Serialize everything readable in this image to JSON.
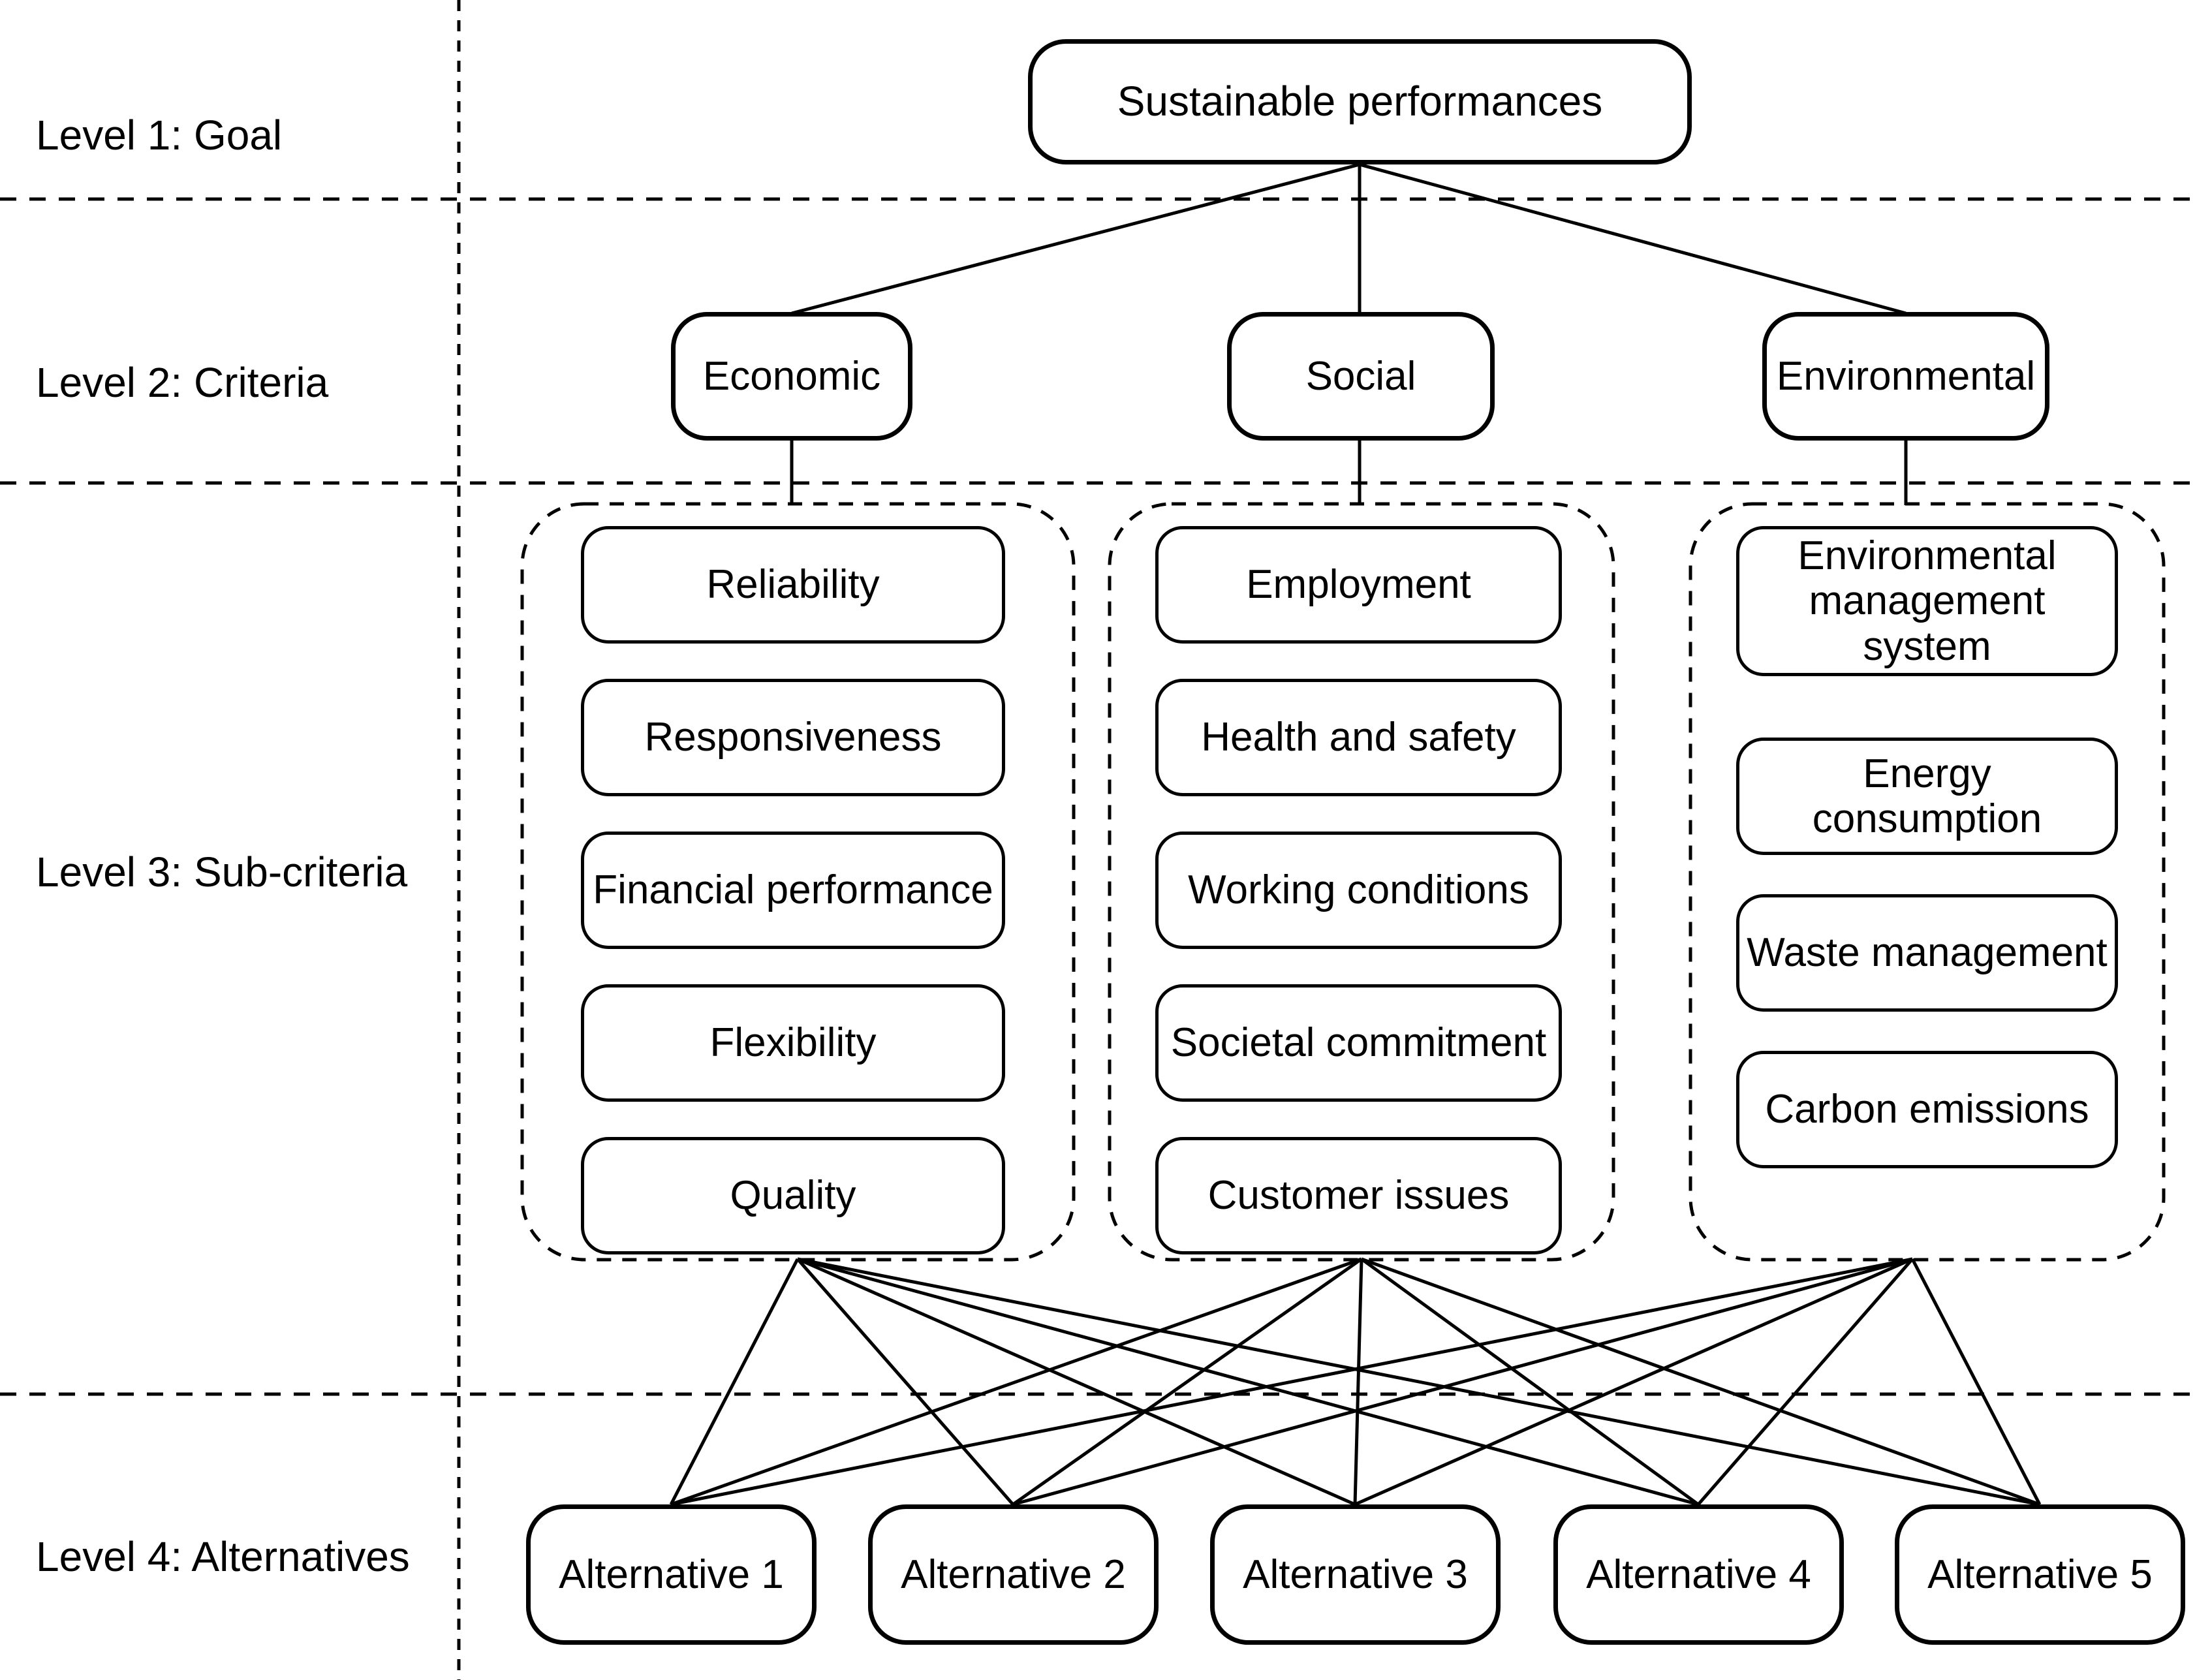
{
  "diagram_type": "AHP hierarchy",
  "levels": [
    {
      "label": "Level 1: Goal"
    },
    {
      "label": "Level 2: Criteria"
    },
    {
      "label": "Level 3: Sub-criteria"
    },
    {
      "label": "Level 4: Alternatives"
    }
  ],
  "goal": {
    "label": "Sustainable performances"
  },
  "criteria": [
    {
      "label": "Economic",
      "sub_criteria": [
        "Reliability",
        "Responsiveness",
        "Financial performance",
        "Flexibility",
        "Quality"
      ]
    },
    {
      "label": "Social",
      "sub_criteria": [
        "Employment",
        "Health and safety",
        "Working conditions",
        "Societal commitment",
        "Customer issues"
      ]
    },
    {
      "label": "Environmental",
      "sub_criteria": [
        "Environmental management system",
        "Energy consumption",
        "Waste management",
        "Carbon emissions"
      ]
    }
  ],
  "alternatives": [
    "Alternative 1",
    "Alternative 2",
    "Alternative 3",
    "Alternative 4",
    "Alternative 5"
  ],
  "connections": {
    "goal_to": [
      "Economic",
      "Social",
      "Environmental"
    ],
    "criterion_to_own_subcriteria_group": true,
    "each_subcriteria_group_to": [
      "Alternative 1",
      "Alternative 2",
      "Alternative 3",
      "Alternative 4",
      "Alternative 5"
    ]
  },
  "colors": {
    "background": "#ffffff",
    "line": "#000000",
    "border": "#000000",
    "text": "#000000"
  }
}
